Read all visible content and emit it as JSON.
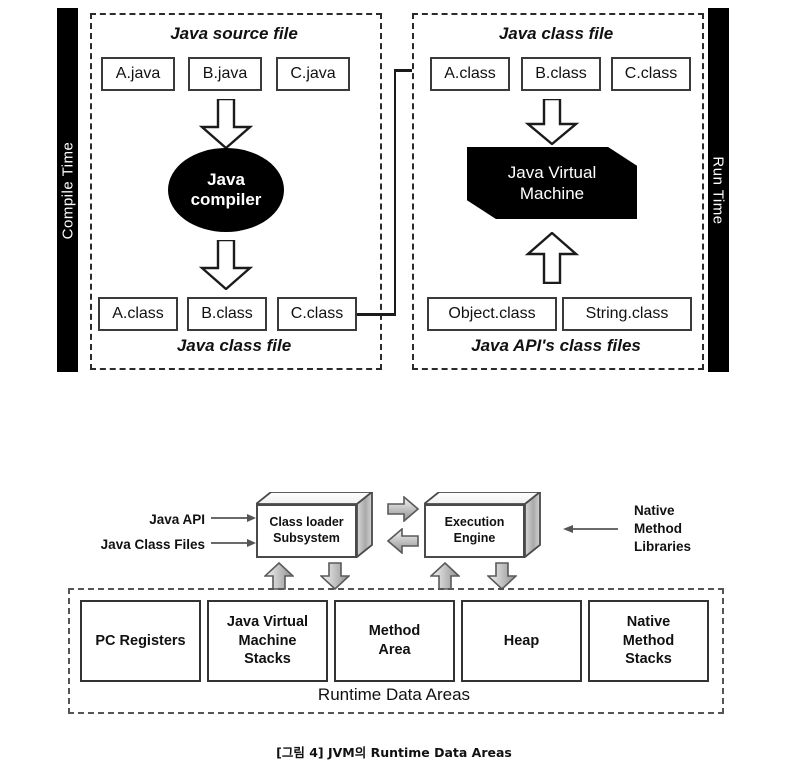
{
  "figure": {
    "caption": "[그림 4] JVM의 Runtime Data Areas"
  },
  "top_diagram": {
    "compile_time_label": "Compile Time",
    "run_time_label": "Run Time",
    "left_panel": {
      "title": "Java source file",
      "footer": "Java class file",
      "source_files": [
        "A.java",
        "B.java",
        "C.java"
      ],
      "compiler_label": "Java\ncompiler",
      "compiler_line1": "Java",
      "compiler_line2": "compiler",
      "class_files": [
        "A.class",
        "B.class",
        "C.class"
      ]
    },
    "right_panel": {
      "title": "Java class file",
      "footer": "Java API's class files",
      "class_files": [
        "A.class",
        "B.class",
        "C.class"
      ],
      "jvm_line1": "Java Virtual",
      "jvm_line2": "Machine",
      "api_files": [
        "Object.class",
        "String.class"
      ]
    }
  },
  "bottom_diagram": {
    "inputs": [
      "Java API",
      "Java Class Files"
    ],
    "class_loader": {
      "line1": "Class loader",
      "line2": "Subsystem"
    },
    "execution_engine": {
      "line1": "Execution",
      "line2": "Engine"
    },
    "native_libraries": {
      "line1": "Native",
      "line2": "Method",
      "line3": "Libraries"
    },
    "runtime_label": "Runtime Data Areas",
    "runtime_areas": [
      {
        "lines": [
          "PC Registers"
        ]
      },
      {
        "lines": [
          "Java Virtual",
          "Machine",
          "Stacks"
        ]
      },
      {
        "lines": [
          "Method",
          "Area"
        ]
      },
      {
        "lines": [
          "Heap"
        ]
      },
      {
        "lines": [
          "Native",
          "Method",
          "Stacks"
        ]
      }
    ]
  },
  "colors": {
    "ink": "#000000",
    "outline": "#3a3a3a",
    "dashed": "#2b2b2b",
    "gray_arrow_light": "#f2f2f2",
    "gray_arrow_dark": "#8d8d8d",
    "box_top_face": "#ffffff",
    "box_side_face": "#b9b9b9"
  }
}
